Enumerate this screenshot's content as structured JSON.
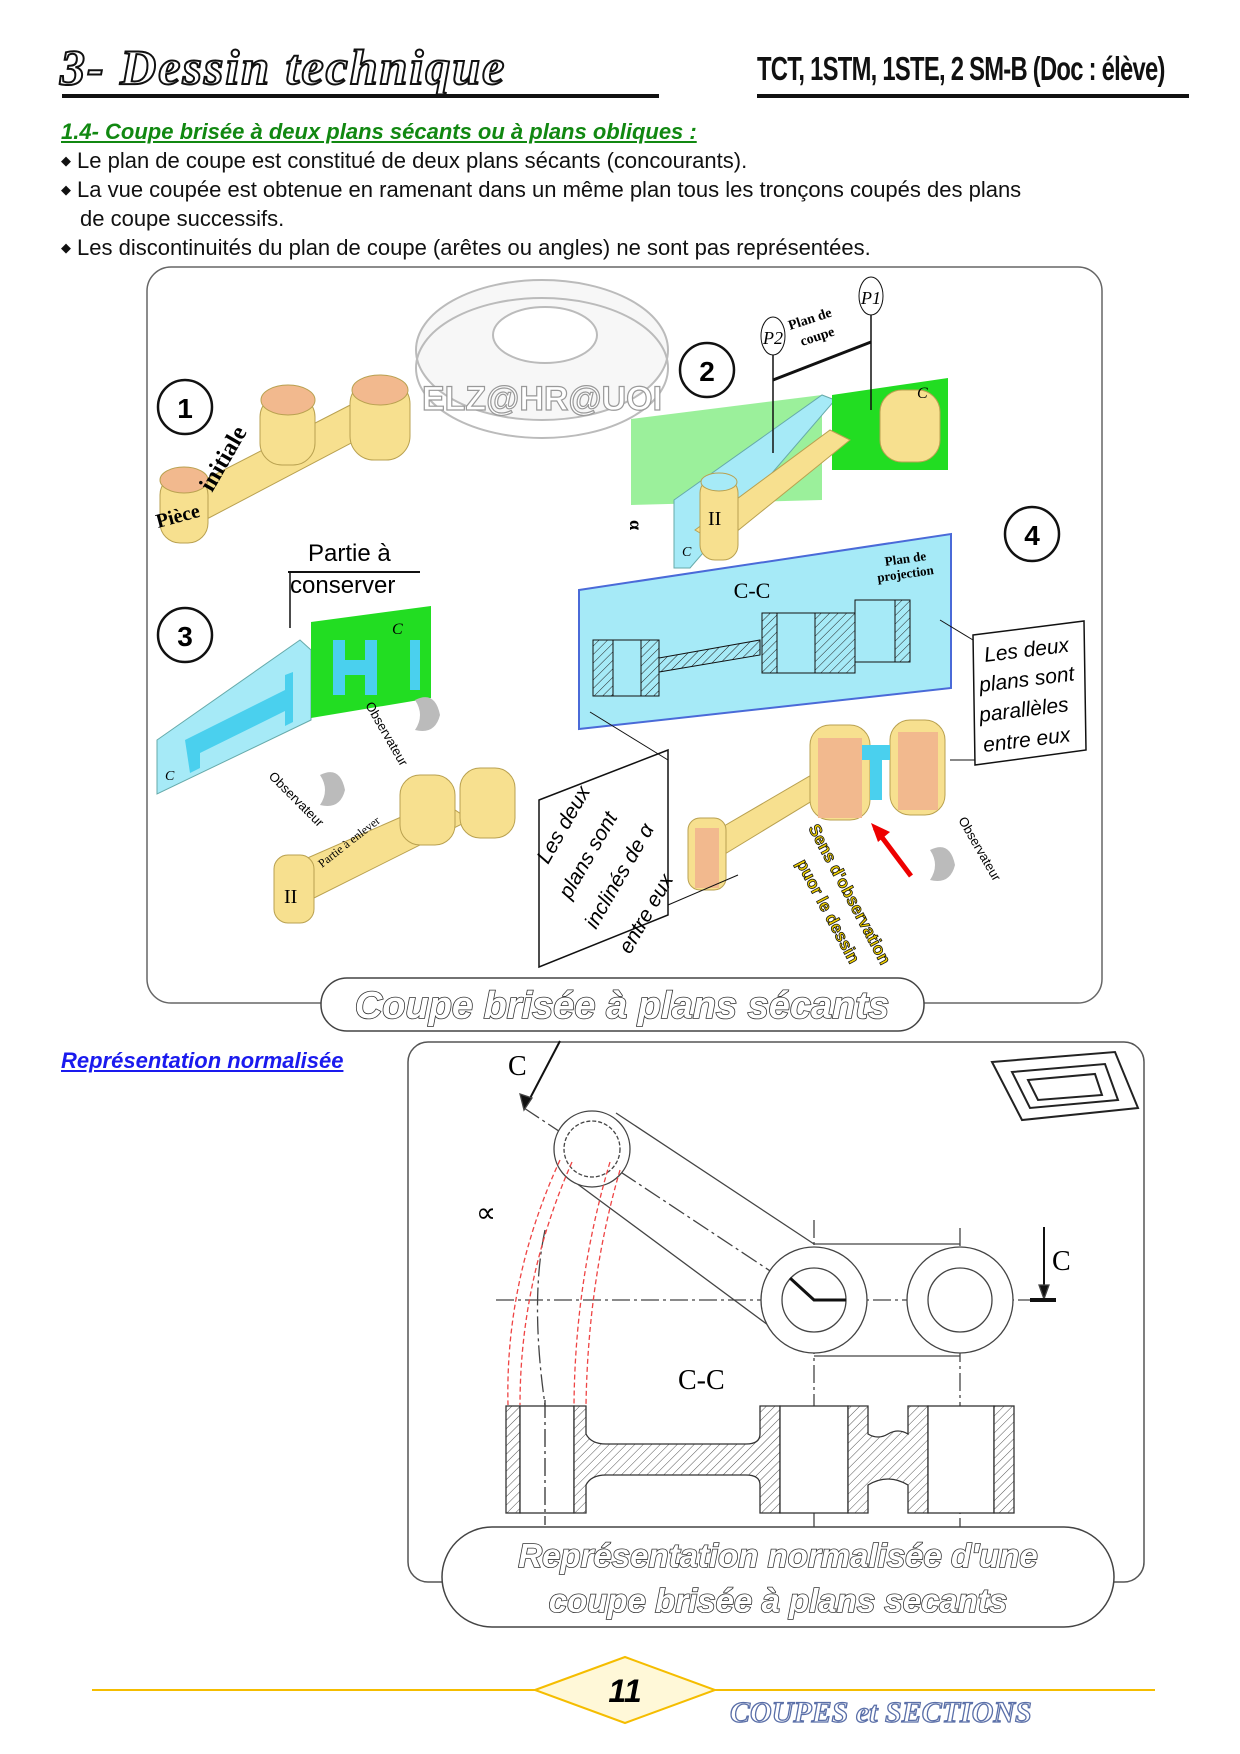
{
  "header": {
    "title": "3- Dessin technique",
    "classes": "TCT, 1STM, 1STE,  2 SM-B (Doc : élève)"
  },
  "section": {
    "heading": "1.4- Coupe brisée à deux plans sécants ou à plans obliques :",
    "bullets": [
      "Le plan de coupe est constitué de deux plans sécants (concourants).",
      "La vue coupée est obtenue en ramenant dans un même plan tous les tronçons coupés des plans",
      "Les discontinuités du plan de coupe (arêtes ou angles) ne sont pas représentées."
    ],
    "bullet_2_continued": "de coupe successifs."
  },
  "figure_3d": {
    "watermark_text": "ELZ@HR@UOI",
    "steps": [
      "1",
      "2",
      "3",
      "4"
    ],
    "piece_label_1": "Pièce",
    "piece_label_2": "initiale",
    "plan_de_coupe_1": "Plan de",
    "plan_de_coupe_2": "coupe",
    "p1": "P1",
    "p2": "P2",
    "section_letter": "C",
    "numeral": "II",
    "alpha": "α",
    "partie_conserver_1": "Partie à",
    "partie_conserver_2": "conserver",
    "observer": "Observateur",
    "partie_enlever": "Partie à enlever",
    "cc_label": "C-C",
    "plan_projection_1": "Plan de",
    "plan_projection_2": "projection",
    "note_parallel": [
      "Les  deux",
      "plans sont",
      "parallèles",
      "entre eux"
    ],
    "note_inclined": [
      "Les  deux",
      "plans sont",
      "inclinés de α",
      "entre eux"
    ],
    "sens_1": "Sens d'observation",
    "sens_2": "puor le dessin",
    "caption": "Coupe brisée à plans sécants"
  },
  "normalized": {
    "link": "Représentation normalisée",
    "c_top": "C",
    "c_right": "C",
    "alpha": "∝",
    "cc_label": "C-C",
    "caption_1": "Représentation normalisée d'une",
    "caption_2": "coupe brisée à plans secants"
  },
  "footer": {
    "page_number": "11",
    "chapter": "COUPES et SECTIONS"
  },
  "colors": {
    "heading_green": "#118811",
    "link_blue": "#1a1aee",
    "part_yellow": "#f7e08f",
    "bore_orange": "#f2b98e",
    "plane_blue": "#a6eaf7",
    "plane_green": "#22dd22",
    "footer_gold": "#f5bd00"
  }
}
